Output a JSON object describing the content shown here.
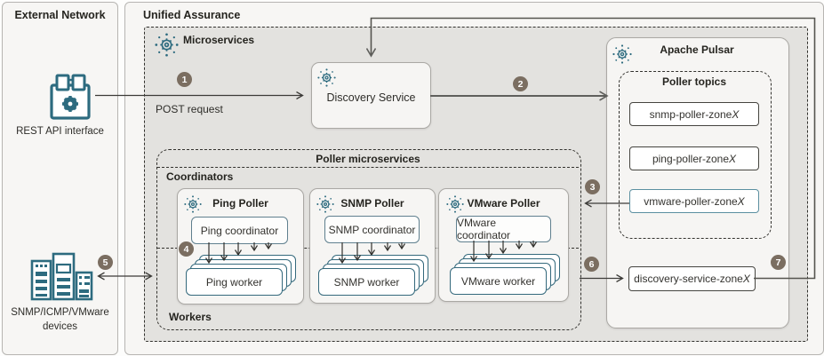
{
  "external_panel": {
    "title": "External Network",
    "rest_api_label": "REST API interface",
    "devices_label_line1": "SNMP/ICMP/VMware",
    "devices_label_line2": "devices"
  },
  "main_panel": {
    "title": "Unified Assurance"
  },
  "microservices_box": {
    "title": "Microservices"
  },
  "discovery_service": {
    "label": "Discovery Service"
  },
  "pulsar": {
    "title": "Apache Pulsar",
    "topics_group_title": "Poller topics",
    "topics": [
      {
        "name": "snmp-poller-zone",
        "suffix": "X"
      },
      {
        "name": "ping-poller-zone",
        "suffix": "X"
      },
      {
        "name": "vmware-poller-zone",
        "suffix": "X"
      }
    ],
    "discovery_topic": {
      "name": "discovery-service-zone",
      "suffix": "X"
    }
  },
  "poller_microservices": {
    "title": "Poller microservices",
    "coordinators_label": "Coordinators",
    "workers_label": "Workers",
    "pollers": [
      {
        "title": "Ping Poller",
        "coordinator": "Ping coordinator",
        "worker": "Ping worker"
      },
      {
        "title": "SNMP Poller",
        "coordinator": "SNMP coordinator",
        "worker": "SNMP worker"
      },
      {
        "title": "VMware Poller",
        "coordinator": "VMware coordinator",
        "worker": "VMware worker"
      }
    ]
  },
  "flow": {
    "post_request_label": "POST request",
    "badges": [
      "1",
      "2",
      "3",
      "4",
      "5",
      "6",
      "7"
    ]
  },
  "colors": {
    "teal_icon": "#2d6b7f",
    "worker_border": "#34697c",
    "vmware_topic_border": "#5b8fa0",
    "badge_bg": "#7b6e61",
    "gray_region_bg": "#e3e2df"
  }
}
